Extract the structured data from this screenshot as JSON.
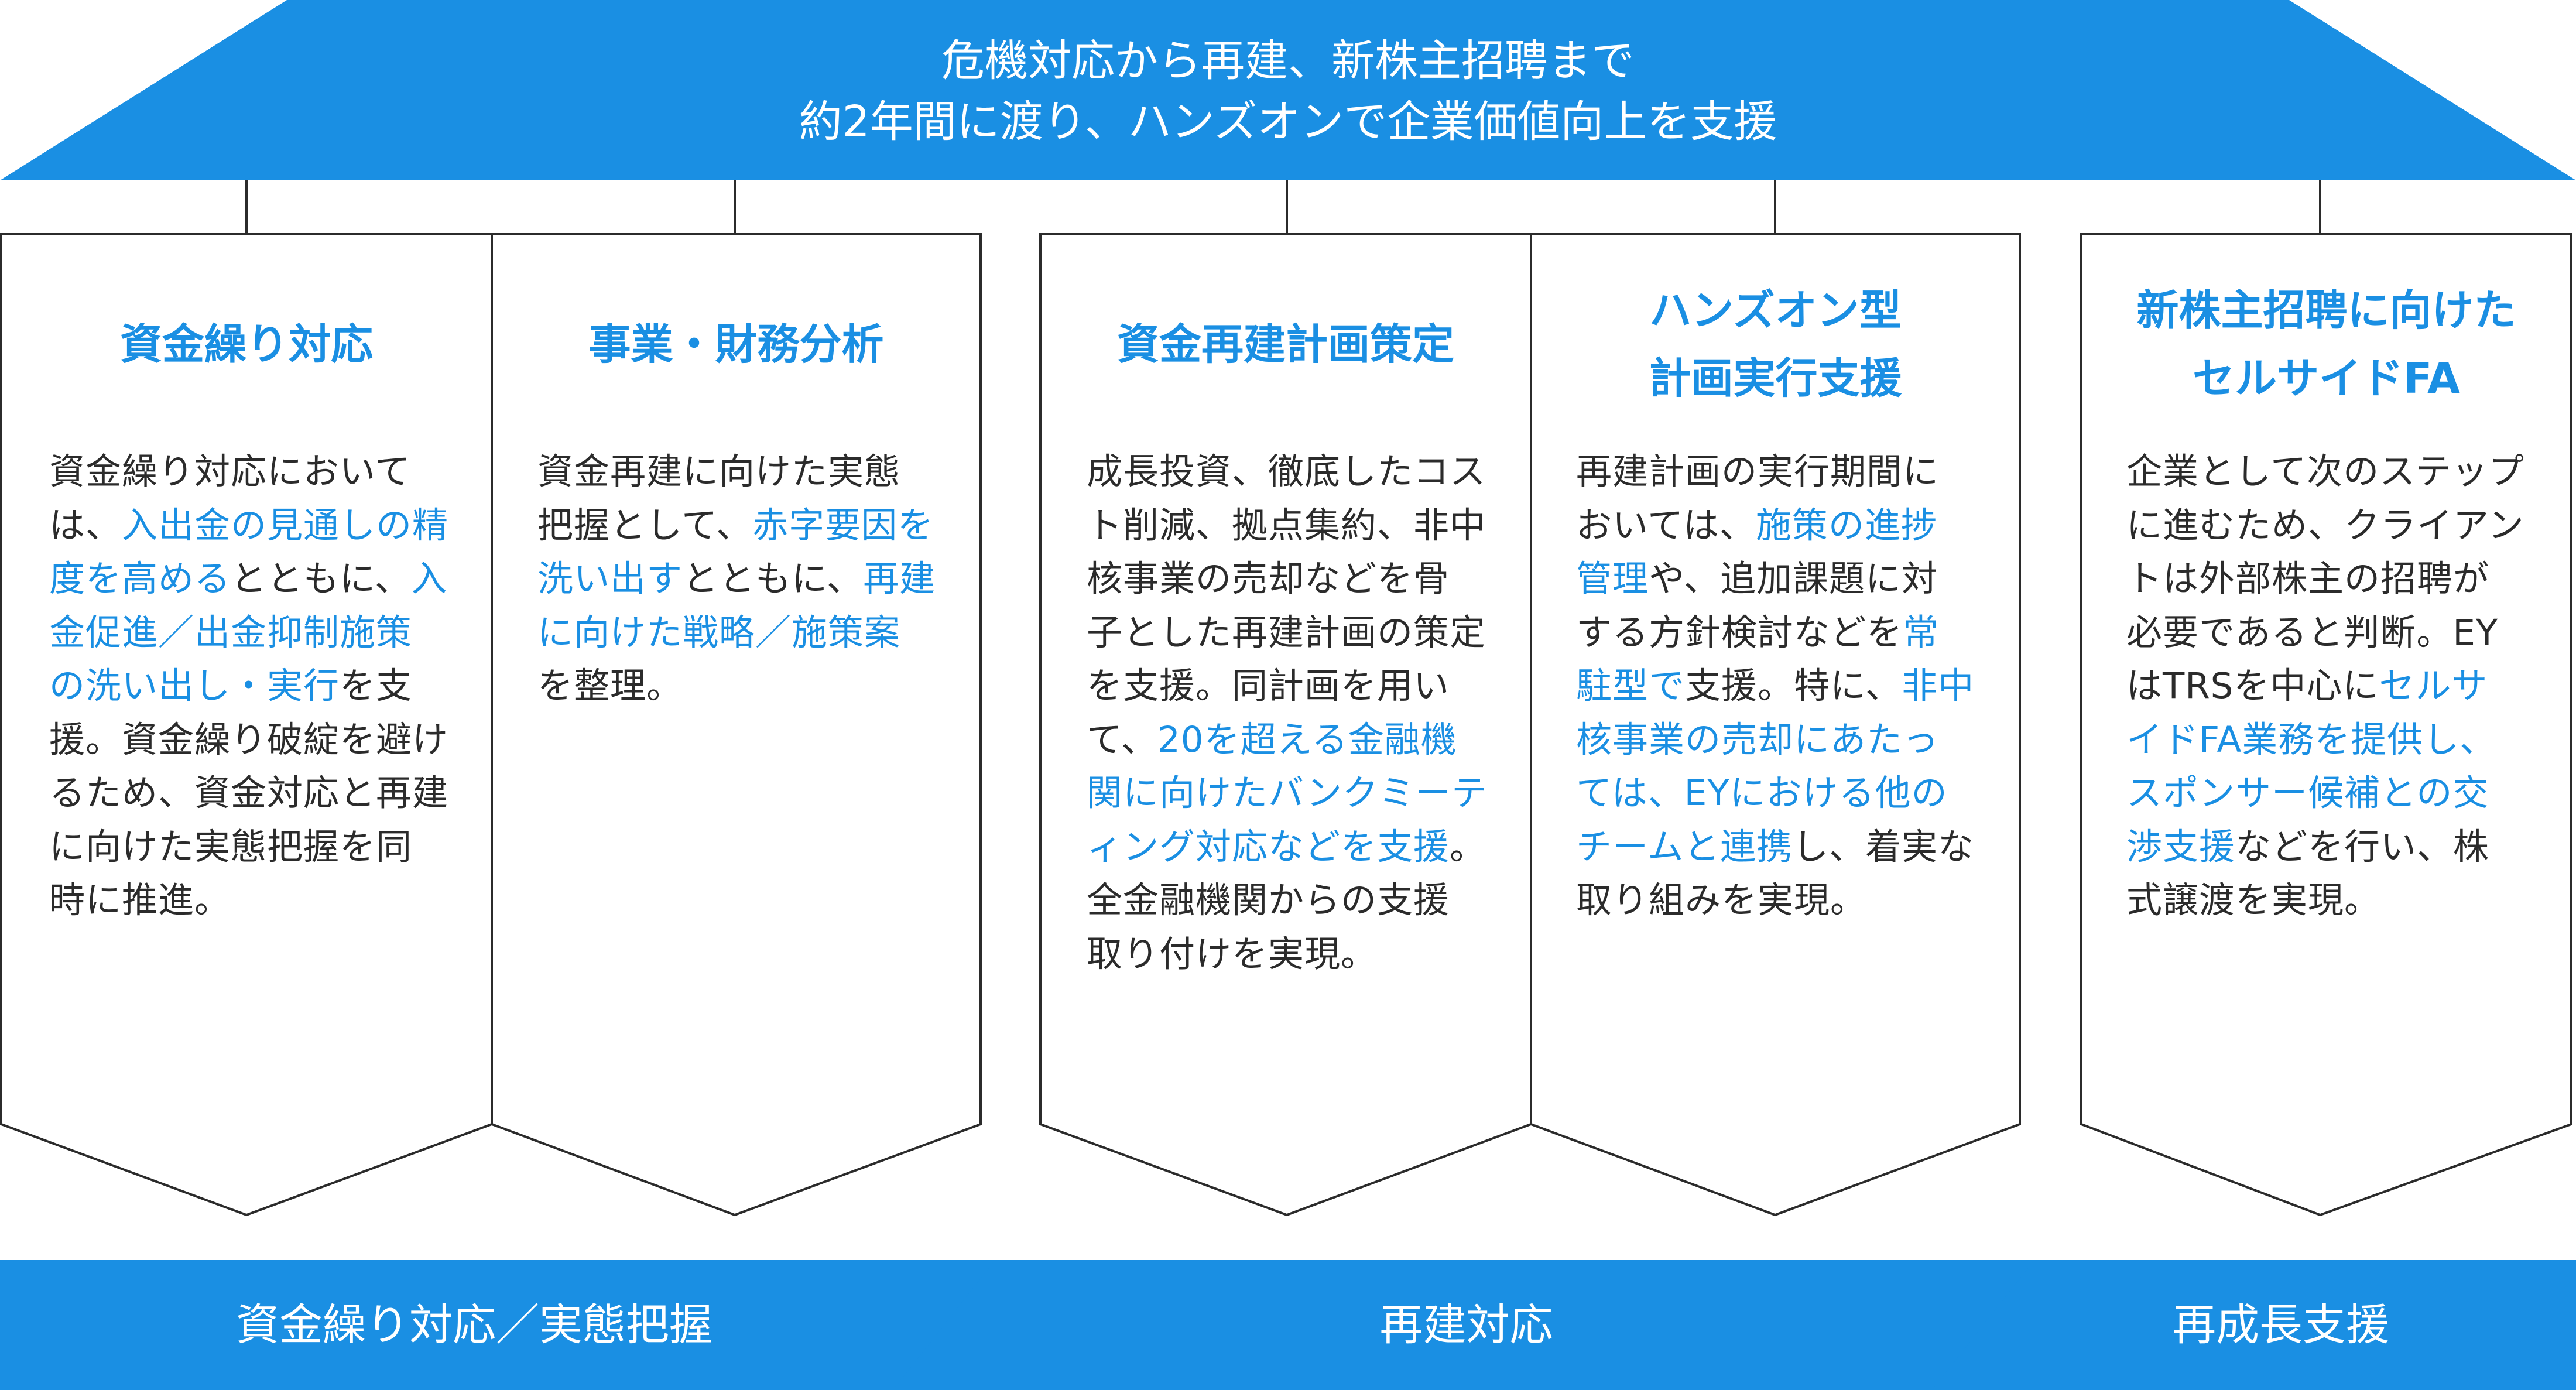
{
  "colors": {
    "accent": "#1a8fe3",
    "text": "#2b2b2b",
    "border": "#2b2b2b",
    "background": "#ffffff"
  },
  "banner": {
    "line1": "危機対応から再建、新株主招聘まで",
    "line2": "約2年間に渡り、ハンズオンで企業価値向上を支援"
  },
  "cards": [
    {
      "title": [
        "資金繰り対応"
      ],
      "body": [
        [
          [
            "資金繰り対応において",
            false
          ]
        ],
        [
          [
            "は、",
            false
          ],
          [
            "入出金の見通しの精",
            true
          ]
        ],
        [
          [
            "度を高める",
            true
          ],
          [
            "とともに、",
            false
          ],
          [
            "入",
            true
          ]
        ],
        [
          [
            "金促進／出金抑制施策",
            true
          ]
        ],
        [
          [
            "の洗い出し・実行",
            true
          ],
          [
            "を支",
            false
          ]
        ],
        [
          [
            "援。資金繰り破綻を避け",
            false
          ]
        ],
        [
          [
            "るため、資金対応と再建",
            false
          ]
        ],
        [
          [
            "に向けた実態把握を同",
            false
          ]
        ],
        [
          [
            "時に推進。",
            false
          ]
        ]
      ]
    },
    {
      "title": [
        "事業・財務分析"
      ],
      "body": [
        [
          [
            "資金再建に向けた実態",
            false
          ]
        ],
        [
          [
            "把握として、",
            false
          ],
          [
            "赤字要因を",
            true
          ]
        ],
        [
          [
            "洗い出す",
            true
          ],
          [
            "とともに、",
            false
          ],
          [
            "再建",
            true
          ]
        ],
        [
          [
            "に向けた戦略／施策案",
            true
          ]
        ],
        [
          [
            "を整理。",
            false
          ]
        ]
      ]
    },
    {
      "title": [
        "資金再建計画策定"
      ],
      "body": [
        [
          [
            "成長投資、徹底したコス",
            false
          ]
        ],
        [
          [
            "ト削減、拠点集約、非中",
            false
          ]
        ],
        [
          [
            "核事業の売却などを骨",
            false
          ]
        ],
        [
          [
            "子とした再建計画の策定",
            false
          ]
        ],
        [
          [
            "を支援。同計画を用い",
            false
          ]
        ],
        [
          [
            "て、",
            false
          ],
          [
            "20を超える金融機",
            true
          ]
        ],
        [
          [
            "関に向けたバンクミーテ",
            true
          ]
        ],
        [
          [
            "ィング対応などを支援",
            true
          ],
          [
            "。",
            false
          ]
        ],
        [
          [
            "全金融機関からの支援",
            false
          ]
        ],
        [
          [
            "取り付けを実現。",
            false
          ]
        ]
      ]
    },
    {
      "title": [
        "ハンズオン型",
        "計画実行支援"
      ],
      "body": [
        [
          [
            "再建計画の実行期間に",
            false
          ]
        ],
        [
          [
            "おいては、",
            false
          ],
          [
            "施策の進捗",
            true
          ]
        ],
        [
          [
            "管理",
            true
          ],
          [
            "や、追加課題に対",
            false
          ]
        ],
        [
          [
            "する方針検討などを",
            false
          ],
          [
            "常",
            true
          ]
        ],
        [
          [
            "駐型で",
            true
          ],
          [
            "支援。特に、",
            false
          ],
          [
            "非中",
            true
          ]
        ],
        [
          [
            "核事業の売却にあたっ",
            true
          ]
        ],
        [
          [
            "ては、EYにおける他の",
            true
          ]
        ],
        [
          [
            "チームと連携",
            true
          ],
          [
            "し、着実な",
            false
          ]
        ],
        [
          [
            "取り組みを実現。",
            false
          ]
        ]
      ]
    },
    {
      "title": [
        "新株主招聘に向けた",
        "セルサイドFA"
      ],
      "body": [
        [
          [
            "企業として次のステップ",
            false
          ]
        ],
        [
          [
            "に進むため、クライアン",
            false
          ]
        ],
        [
          [
            "トは外部株主の招聘が",
            false
          ]
        ],
        [
          [
            "必要であると判断。EY",
            false
          ]
        ],
        [
          [
            "はTRSを中心に",
            false
          ],
          [
            "セルサ",
            true
          ]
        ],
        [
          [
            "イドFA業務を提供し、",
            true
          ]
        ],
        [
          [
            "スポンサー候補との交",
            true
          ]
        ],
        [
          [
            "渉支援",
            true
          ],
          [
            "などを行い、株",
            false
          ]
        ],
        [
          [
            "式譲渡を実現。",
            false
          ]
        ]
      ]
    }
  ],
  "phases": [
    {
      "label": "資金繰り対応／実態把握"
    },
    {
      "label": "再建対応"
    },
    {
      "label": "再成長支援"
    }
  ]
}
